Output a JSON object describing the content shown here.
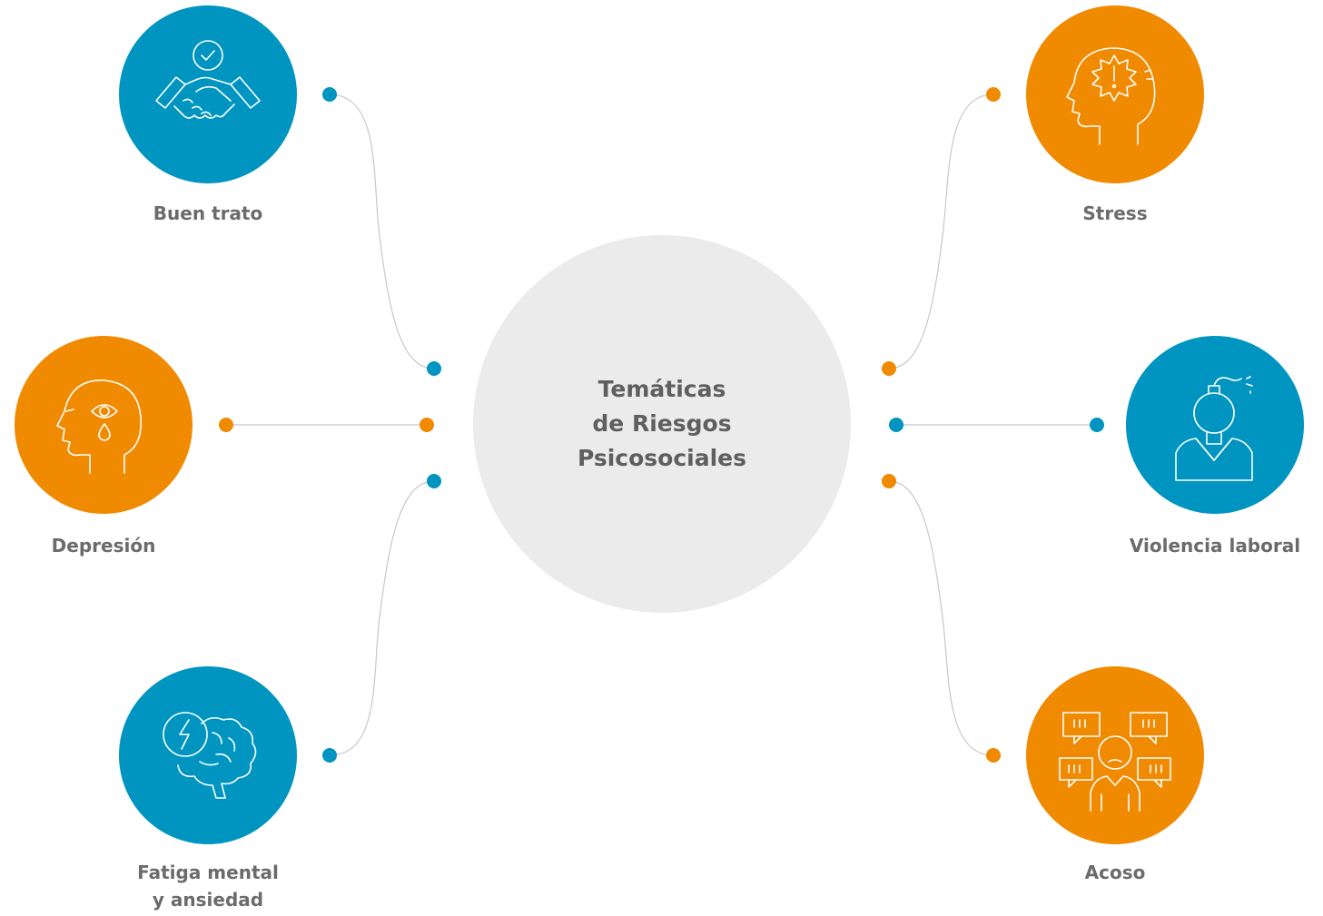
{
  "center_title": "Temáticas\nde Riesgos\nPsicosociales",
  "colors": {
    "blue": "#0095c0",
    "orange": "#f08a00",
    "line": "#c8c8c8",
    "center_bg": "#ebebeb",
    "label": "#6b6b6b"
  },
  "nodes": [
    {
      "id": "buen-trato",
      "label": "Buen trato",
      "color": "blue",
      "icon": "handshake-icon"
    },
    {
      "id": "depresion",
      "label": "Depresión",
      "color": "orange",
      "icon": "tear-head-icon"
    },
    {
      "id": "fatiga",
      "label": "Fatiga mental\ny ansiedad",
      "color": "blue",
      "icon": "brain-bolt-icon"
    },
    {
      "id": "stress",
      "label": "Stress",
      "color": "orange",
      "icon": "stress-head-icon"
    },
    {
      "id": "violencia",
      "label": "Violencia laboral",
      "color": "blue",
      "icon": "bomb-person-icon"
    },
    {
      "id": "acoso",
      "label": "Acoso",
      "color": "orange",
      "icon": "speech-bubbles-person-icon"
    }
  ]
}
